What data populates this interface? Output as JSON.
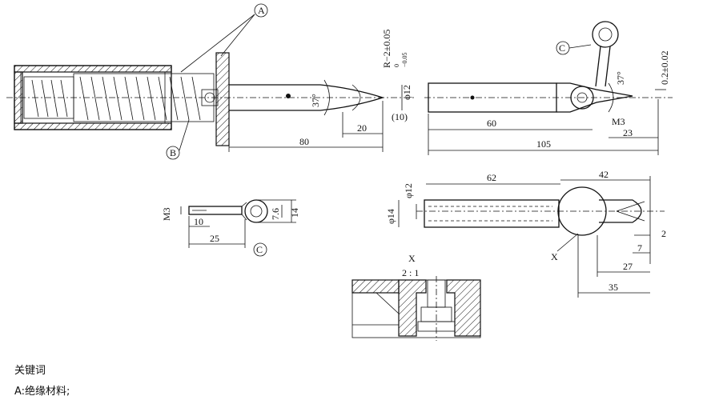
{
  "callouts": {
    "a": "A",
    "b": "B",
    "c": "C"
  },
  "dimensions": {
    "d80": "80",
    "d20": "20",
    "d10": "(10)",
    "d37a": "37°",
    "r_label": "R−2±0.05",
    "phi12": "φ12",
    "tol_upper": "0",
    "tol_lower": "−0.05",
    "d60": "60",
    "d105": "105",
    "d23": "23",
    "m3": "M3",
    "d37b": "37°",
    "tip_tol": "0.2±0.02",
    "m3_c": "M3",
    "d10c": "10",
    "d25": "25",
    "d7_6": "7.6",
    "d14": "14",
    "d62": "62",
    "d42": "42",
    "phi12b": "φ12",
    "phi14": "φ14",
    "d2": "2",
    "d7": "7",
    "d27": "27",
    "d35": "35",
    "x_mark": "X"
  },
  "detail": {
    "title": "X",
    "scale": "2 : 1"
  },
  "legend": {
    "heading": "关键词",
    "item_a": "A:绝缘材料;"
  }
}
